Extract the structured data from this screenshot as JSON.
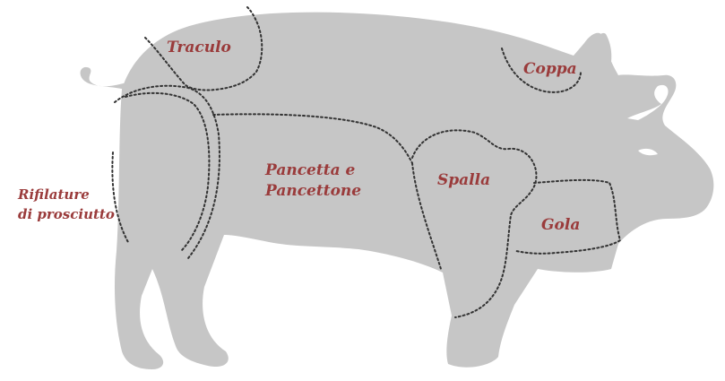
{
  "colors": {
    "pig_body": "#c6c6c6",
    "cut_lines": "#333333",
    "label_text": "#9a3b3b",
    "background": "#ffffff"
  },
  "labels": {
    "traculo": "Traculo",
    "coppa": "Coppa",
    "pancetta_line1": "Pancetta e",
    "pancetta_line2": "Pancettone",
    "spalla": "Spalla",
    "gola": "Gola",
    "rifilature_line1": "Rifilature",
    "rifilature_line2": "di prosciutto"
  }
}
